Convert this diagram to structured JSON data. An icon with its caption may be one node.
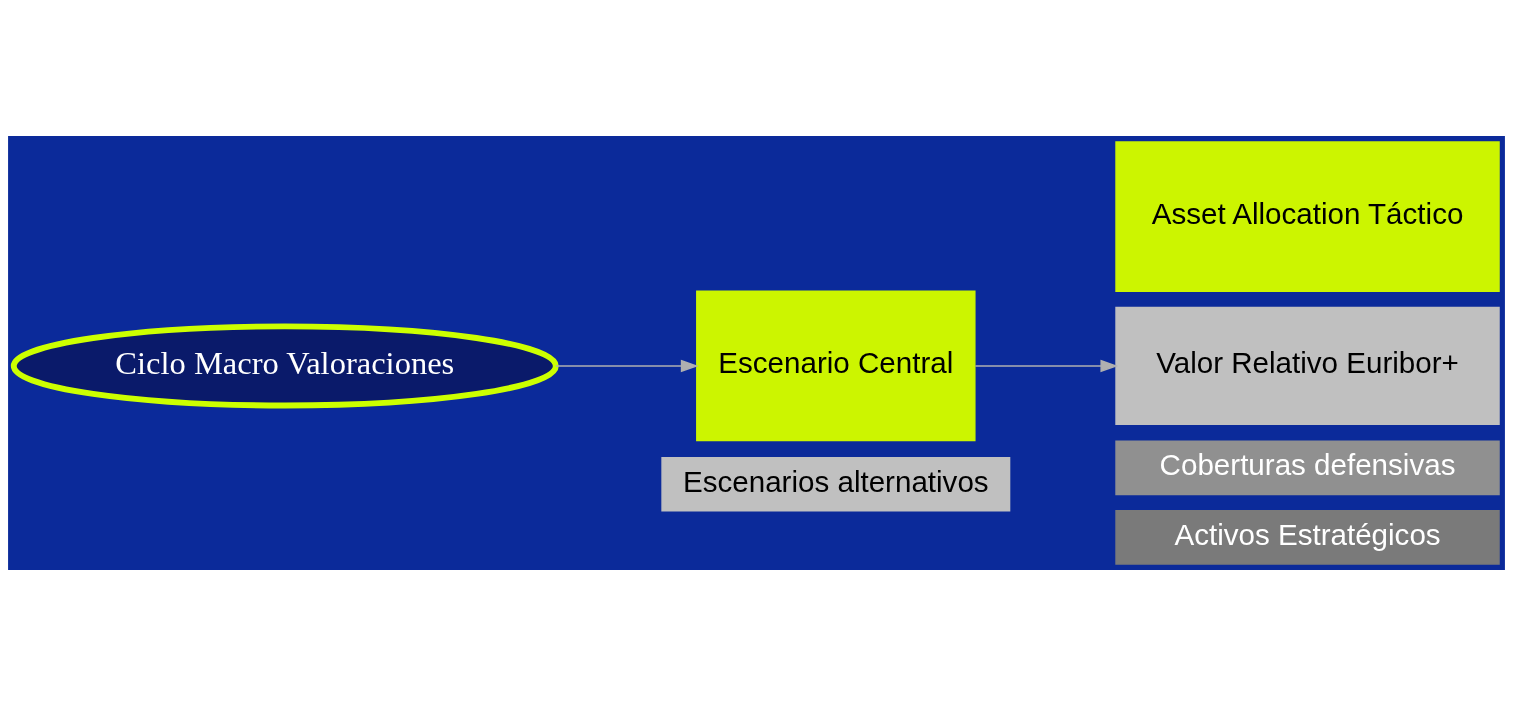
{
  "diagram": {
    "nodes": [
      {
        "text": [
          "Ciclo Macro Valoraciones"
        ]
      },
      {
        "text": [
          "Escenario Central"
        ]
      },
      {
        "text": [
          "Escenarios alternativos"
        ]
      },
      {
        "text": [
          "Asset Allocation Táctico"
        ]
      },
      {
        "text": [
          "Valor Relativo Euribor+"
        ]
      },
      {
        "text": [
          "Coberturas defensivas"
        ]
      },
      {
        "text": [
          "Activos Estratégicos"
        ]
      }
    ],
    "edges": [
      {
        "from": 0,
        "to": 1,
        "arrow": "to"
      },
      {
        "from": 1,
        "to": 4,
        "arrow": "to"
      }
    ]
  }
}
